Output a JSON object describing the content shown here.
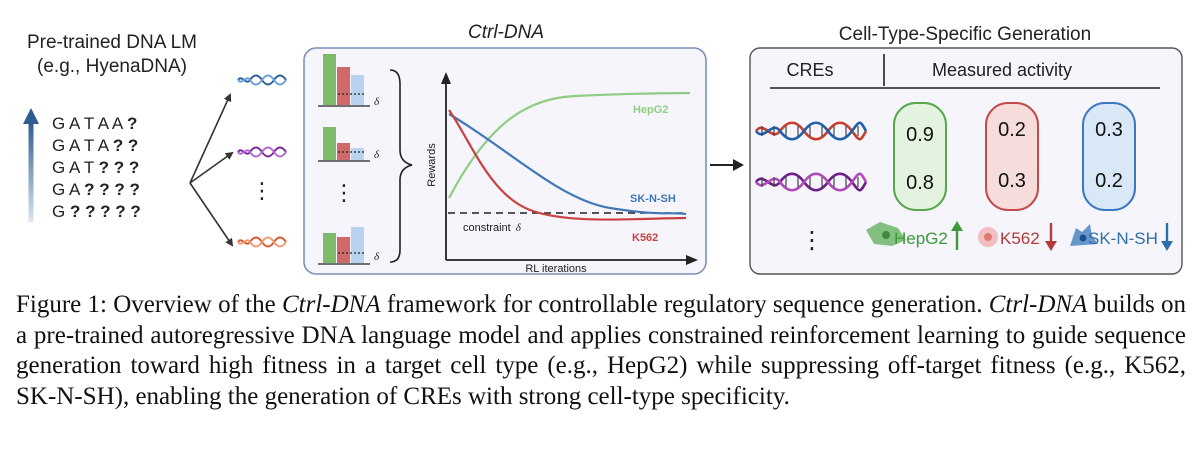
{
  "pretrained": {
    "title_line1": "Pre-trained DNA LM",
    "title_line2": "(e.g., HyenaDNA)",
    "sequences": [
      {
        "known": "G A T A A",
        "masked": "?"
      },
      {
        "known": "G A T A",
        "masked": "? ?"
      },
      {
        "known": "G A T",
        "masked": "? ? ?"
      },
      {
        "known": "G A",
        "masked": "? ? ? ?"
      },
      {
        "known": "G",
        "masked": "? ? ? ? ?"
      }
    ]
  },
  "samples": {
    "delta": "δ",
    "vertical_dots": "⋮"
  },
  "ctrl": {
    "title": "Ctrl-DNA",
    "ylabel": "Rewards",
    "xlabel": "RL iterations",
    "constraint_label": "constraint",
    "constraint_symbol": "δ",
    "series": [
      {
        "name": "HepG2",
        "color": "#8fcd84"
      },
      {
        "name": "SK-N-SH",
        "color": "#3f78b8"
      },
      {
        "name": "K562",
        "color": "#c94242"
      }
    ]
  },
  "cellgen": {
    "title": "Cell-Type-Specific Generation",
    "col1_header": "CREs",
    "col2_header": "Measured activity",
    "values": {
      "hepg2": [
        "0.9",
        "0.8"
      ],
      "k562": [
        "0.2",
        "0.3"
      ],
      "sknsh": [
        "0.3",
        "0.2"
      ]
    },
    "dots": "⋮",
    "legend": [
      {
        "name": "HepG2",
        "color": "#3c9a3c",
        "arrow": "up"
      },
      {
        "name": "K562",
        "color": "#b23a3a",
        "arrow": "down"
      },
      {
        "name": "SK-N-SH",
        "color": "#2f6fa8",
        "arrow": "down"
      }
    ]
  },
  "caption": {
    "fig_label": "Figure 1: Overview of the ",
    "italic1": "Ctrl-DNA",
    "text1": " framework for controllable regulatory sequence generation. ",
    "italic2": "Ctrl-DNA",
    "text2": " builds on a pre-trained autoregressive DNA language model and applies constrained reinforcement learning to guide sequence generation toward high fitness in a target cell type (e.g., HepG2) while suppressing off-target fitness (e.g., K562, SK-N-SH), enabling the generation of CREs with strong cell-type specificity."
  }
}
